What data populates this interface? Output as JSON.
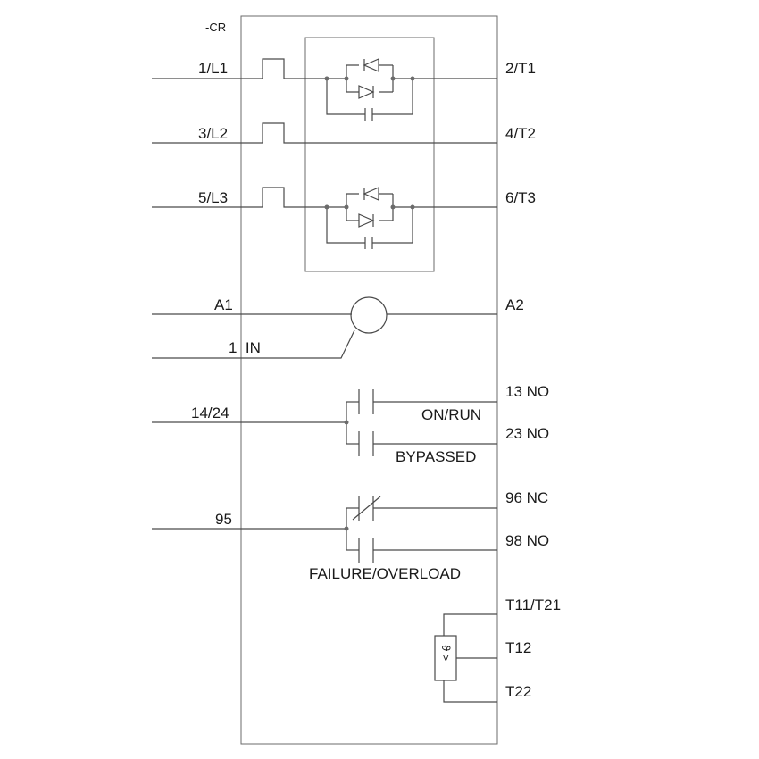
{
  "device_tag": "-CR",
  "terminals": {
    "l1": "1/L1",
    "t1": "2/T1",
    "l2": "3/L2",
    "t2": "4/T2",
    "l3": "5/L3",
    "t3": "6/T3",
    "a1": "A1",
    "a2": "A2",
    "in": "1  IN",
    "c1424": "14/24",
    "no13": "13 NO",
    "no23": "23 NO",
    "c95": "95",
    "nc96": "96 NC",
    "no98": "98 NO",
    "t1121": "T11/T21",
    "t12": "T12",
    "t22": "T22"
  },
  "functions": {
    "on_run": "ON/RUN",
    "bypassed": "BYPASSED",
    "failure": "FAILURE/OVERLOAD"
  },
  "thermistor_symbol": "ϑ >"
}
